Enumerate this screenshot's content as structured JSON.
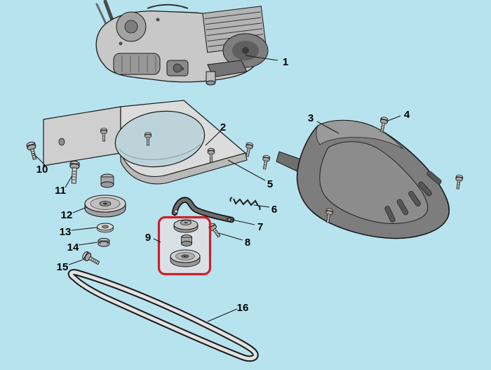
{
  "page": {
    "background_color": "#b7e3ef",
    "highlight_color": "#cc2127",
    "line_color": "#1a1a1a"
  },
  "callouts": [
    {
      "label": "1"
    },
    {
      "label": "2"
    },
    {
      "label": "3"
    },
    {
      "label": "4"
    },
    {
      "label": "5"
    },
    {
      "label": "6"
    },
    {
      "label": "7"
    },
    {
      "label": "8"
    },
    {
      "label": "9"
    },
    {
      "label": "10"
    },
    {
      "label": "11"
    },
    {
      "label": "12"
    },
    {
      "label": "13"
    },
    {
      "label": "14"
    },
    {
      "label": "15"
    },
    {
      "label": "16"
    }
  ]
}
